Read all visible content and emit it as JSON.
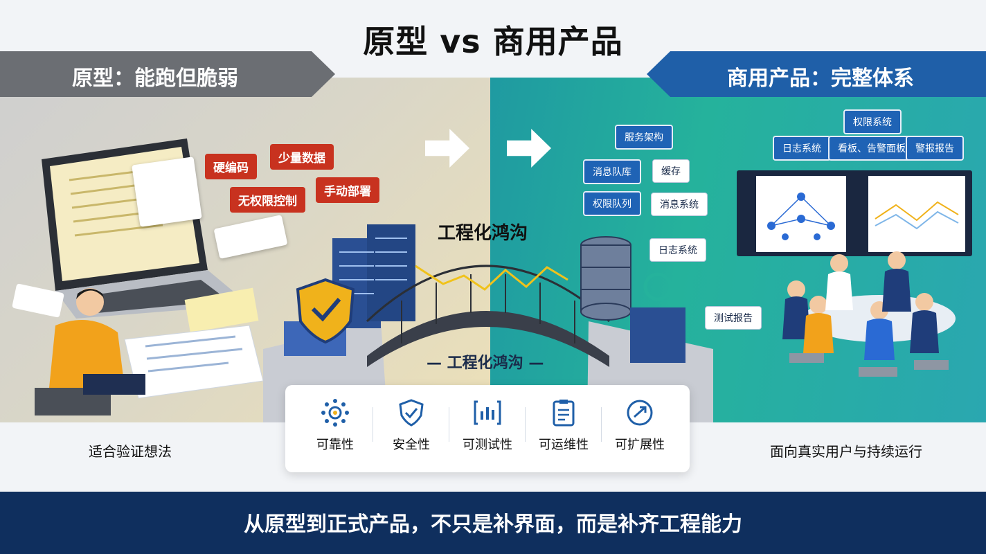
{
  "title": "原型 vs 商用产品",
  "left": {
    "banner": "原型：能跑但脆弱",
    "tags": [
      "硬编码",
      "少量数据",
      "无权限控制",
      "手动部署"
    ],
    "caption": "适合验证想法"
  },
  "right": {
    "banner": "商用产品：完整体系",
    "tags": {
      "permission_system": "权限系统",
      "service_architecture": "服务架构",
      "log_system_top": "日志系统",
      "monitor_alert_panel": "看板、告警面板",
      "alert_report": "警报报告",
      "message_queue_db": "消息队库",
      "cache": "缓存",
      "permission_queue": "权限队列",
      "message_system": "消息系统",
      "log_system": "日志系统",
      "test_report": "测试报告"
    },
    "caption": "面向真实用户与持续运行"
  },
  "bridge": {
    "label_top": "工程化鸿沟",
    "label_bottom": "— 工程化鸿沟 —"
  },
  "qualities": [
    {
      "label": "可靠性",
      "icon": "gear-network-icon"
    },
    {
      "label": "安全性",
      "icon": "shield-check-icon"
    },
    {
      "label": "可测试性",
      "icon": "test-chart-icon"
    },
    {
      "label": "可运维性",
      "icon": "ops-clipboard-icon"
    },
    {
      "label": "可扩展性",
      "icon": "expand-arrow-icon"
    }
  ],
  "footer": "从原型到正式产品，不只是补界面，而是补齐工程能力",
  "colors": {
    "left_banner": "#6b6e73",
    "right_banner": "#1f5fa8",
    "footer": "#0f2f5e",
    "red_tag": "#c8321f",
    "blue_tag": "#1f63b5",
    "teal": "#25b29c"
  }
}
